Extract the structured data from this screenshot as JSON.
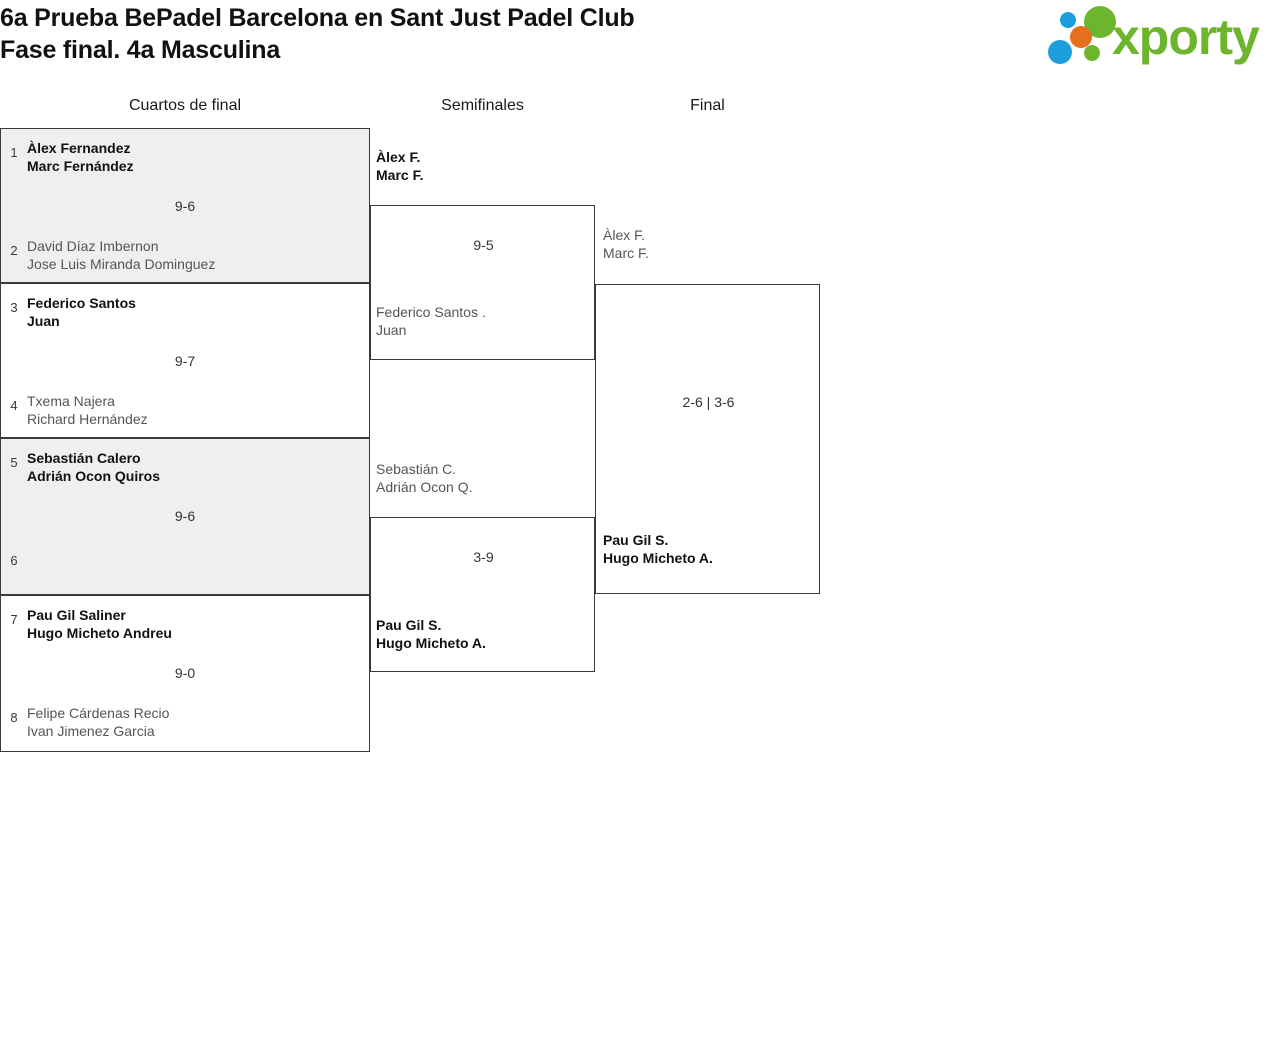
{
  "header": {
    "title_line1": "6a Prueba BePadel Barcelona en Sant Just Padel Club",
    "title_line2": "Fase final. 4a Masculina",
    "logo_text": "xporty"
  },
  "rounds": [
    {
      "label": "Cuartos de final"
    },
    {
      "label": "Semifinales"
    },
    {
      "label": "Final"
    }
  ],
  "quarterfinals": [
    {
      "seed_top": "1",
      "top_p1": "Àlex Fernandez",
      "top_p2": "Marc Fernández",
      "score": "9-6",
      "seed_bottom": "2",
      "bottom_p1": "David Díaz Imbernon",
      "bottom_p2": "Jose Luis Miranda Dominguez"
    },
    {
      "seed_top": "3",
      "top_p1": "Federico Santos",
      "top_p2": "Juan",
      "score": "9-7",
      "seed_bottom": "4",
      "bottom_p1": "Txema Najera",
      "bottom_p2": "Richard Hernández"
    },
    {
      "seed_top": "5",
      "top_p1": "Sebastián Calero",
      "top_p2": "Adrián Ocon Quiros",
      "score": "9-6",
      "seed_bottom": "6",
      "bottom_p1": "",
      "bottom_p2": ""
    },
    {
      "seed_top": "7",
      "top_p1": "Pau Gil Saliner",
      "top_p2": "Hugo Micheto Andreu",
      "score": "9-0",
      "seed_bottom": "8",
      "bottom_p1": "Felipe Cárdenas Recio",
      "bottom_p2": "Ivan Jimenez Garcia"
    }
  ],
  "semifinals": [
    {
      "top_p1": "Àlex F.",
      "top_p2": "Marc F.",
      "score": "9-5",
      "bottom_p1": "Federico Santos .",
      "bottom_p2": "Juan"
    },
    {
      "top_p1": "Sebastián C.",
      "top_p2": "Adrián Ocon Q.",
      "score": "3-9",
      "bottom_p1": "Pau Gil S.",
      "bottom_p2": "Hugo Micheto A."
    }
  ],
  "final": {
    "top_p1": "Àlex F.",
    "top_p2": "Marc F.",
    "score": "2-6 | 3-6",
    "bottom_p1": "Pau Gil S.",
    "bottom_p2": "Hugo Micheto A."
  },
  "colors": {
    "logo_green": "#6cb52d",
    "logo_blue": "#1a9fdc",
    "logo_orange": "#e4701e",
    "shaded_row": "#efefef",
    "border": "#3a3a3a",
    "winner_text": "#111111",
    "loser_text": "#555555"
  }
}
